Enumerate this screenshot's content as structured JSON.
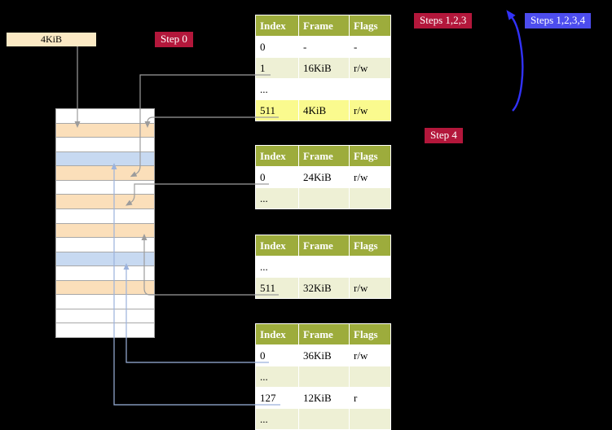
{
  "labels": {
    "frame_size": "4KiB",
    "step0": "Step 0",
    "steps123": "Steps 1,2,3",
    "steps1234": "Steps 1,2,3,4",
    "step4": "Step 4"
  },
  "tables": [
    {
      "headers": [
        "Index",
        "Frame",
        "Flags"
      ],
      "rows": [
        {
          "cells": [
            "0",
            "-",
            "-"
          ],
          "variant": "white"
        },
        {
          "cells": [
            "1",
            "16KiB",
            "r/w"
          ],
          "variant": "green"
        },
        {
          "cells": [
            "...",
            "",
            ""
          ],
          "variant": "white"
        },
        {
          "cells": [
            "511",
            "4KiB",
            "r/w"
          ],
          "variant": "yellow"
        }
      ]
    },
    {
      "headers": [
        "Index",
        "Frame",
        "Flags"
      ],
      "rows": [
        {
          "cells": [
            "0",
            "24KiB",
            "r/w"
          ],
          "variant": "white"
        },
        {
          "cells": [
            "...",
            "",
            ""
          ],
          "variant": "green"
        }
      ]
    },
    {
      "headers": [
        "Index",
        "Frame",
        "Flags"
      ],
      "rows": [
        {
          "cells": [
            "...",
            "",
            ""
          ],
          "variant": "white"
        },
        {
          "cells": [
            "511",
            "32KiB",
            "r/w"
          ],
          "variant": "green"
        }
      ]
    },
    {
      "headers": [
        "Index",
        "Frame",
        "Flags"
      ],
      "rows": [
        {
          "cells": [
            "0",
            "36KiB",
            "r/w"
          ],
          "variant": "white"
        },
        {
          "cells": [
            "...",
            "",
            ""
          ],
          "variant": "green"
        },
        {
          "cells": [
            "127",
            "12KiB",
            "r"
          ],
          "variant": "white"
        },
        {
          "cells": [
            "...",
            "",
            ""
          ],
          "variant": "green"
        }
      ]
    }
  ],
  "memory_stack": {
    "rows": [
      "white",
      "peach",
      "white",
      "blue",
      "peach",
      "white",
      "peach",
      "white",
      "peach",
      "white",
      "blue",
      "white",
      "peach",
      "white",
      "white",
      "white"
    ]
  },
  "colors": {
    "background": "#000000",
    "table_header": "#9dac3c",
    "row_green": "#eef0d5",
    "row_yellow": "#fafa8e",
    "badge_crimson": "#b3173b",
    "badge_blue": "#4d4dee",
    "stack": {
      "white": "#ffffff",
      "peach": "#fbdfba",
      "blue": "#c7d9f1"
    },
    "connector_gray": "#9c9c9c",
    "connector_blue": "#9bb2dc",
    "arrow_blue": "#3232fa"
  }
}
